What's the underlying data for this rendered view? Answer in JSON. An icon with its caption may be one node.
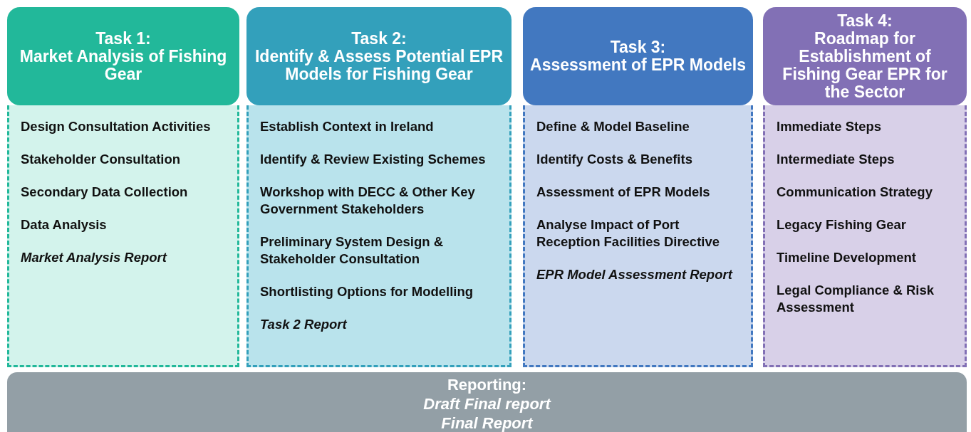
{
  "diagram": {
    "nodes": [
      {
        "text": [
          "Task 1:",
          "Market Analysis of Fishing Gear"
        ]
      },
      {
        "text": [
          "Design Consultation Activities",
          "Stakeholder Consultation",
          "Secondary Data Collection",
          "Data Analysis",
          "Market Analysis Report"
        ]
      },
      {
        "text": [
          "Task 2:",
          "Identify & Assess Potential EPR Models for Fishing Gear"
        ]
      },
      {
        "text": [
          "Establish Context in Ireland",
          "Identify & Review Existing Schemes",
          "Workshop with DECC & Other Key Government Stakeholders",
          "Preliminary System Design & Stakeholder Consultation",
          "Shortlisting Options for Modelling",
          "Task 2 Report"
        ]
      },
      {
        "text": [
          "Task 3:",
          "Assessment of EPR Models"
        ]
      },
      {
        "text": [
          "Define & Model Baseline",
          "Identify Costs & Benefits",
          "Assessment of EPR Models",
          "Analyse Impact of Port Reception Facilities Directive",
          "EPR Model Assessment Report"
        ]
      },
      {
        "text": [
          "Task 4:",
          "Roadmap for Establishment of Fishing Gear EPR for the Sector"
        ]
      },
      {
        "text": [
          "Immediate Steps",
          "Intermediate Steps",
          "Communication Strategy",
          "Legacy Fishing Gear",
          "Timeline Development",
          "Legal Compliance & Risk Assessment"
        ]
      },
      {
        "text": [
          "Reporting:",
          "Draft Final report",
          "Final Report"
        ]
      }
    ]
  }
}
